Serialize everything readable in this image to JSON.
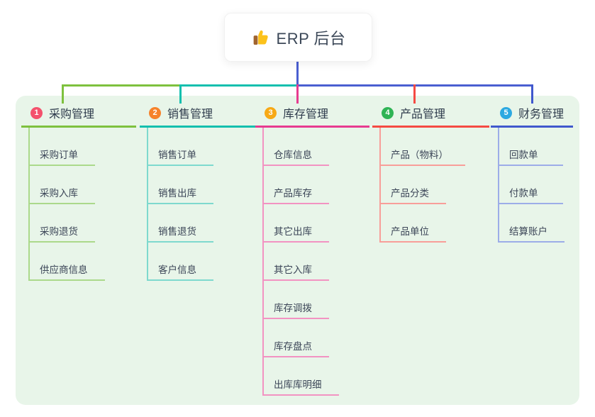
{
  "root": {
    "title": "ERP 后台",
    "icon": "thumbs-up"
  },
  "branches": [
    {
      "index": "1",
      "label": "采购管理",
      "badge_color": "#f4516c",
      "line_color": "#7ec13e",
      "child_line_color": "#abd98b",
      "children": [
        "采购订单",
        "采购入库",
        "采购退货",
        "供应商信息"
      ]
    },
    {
      "index": "2",
      "label": "销售管理",
      "badge_color": "#f6822b",
      "line_color": "#13bfae",
      "child_line_color": "#7ed9ce",
      "children": [
        "销售订单",
        "销售出库",
        "销售退货",
        "客户信息"
      ]
    },
    {
      "index": "3",
      "label": "库存管理",
      "badge_color": "#f7a916",
      "line_color": "#e73c90",
      "child_line_color": "#f293c2",
      "children": [
        "仓库信息",
        "产品库存",
        "其它出库",
        "其它入库",
        "库存调拨",
        "库存盘点",
        "出库库明细"
      ]
    },
    {
      "index": "4",
      "label": "产品管理",
      "badge_color": "#2fb455",
      "line_color": "#f54a43",
      "child_line_color": "#f89e99",
      "children": [
        "产品（物料）",
        "产品分类",
        "产品单位"
      ]
    },
    {
      "index": "5",
      "label": "财务管理",
      "badge_color": "#2ca9e1",
      "line_color": "#4058cd",
      "child_line_color": "#9cade8",
      "children": [
        "回款单",
        "付款单",
        "结算账户"
      ]
    }
  ],
  "colors": {
    "panel_background": "#e8f5e9",
    "root_connector": "#4a5fd1",
    "root_text": "#3c4858",
    "branch_text": "#2e3b4c",
    "child_text": "#3b4557"
  }
}
